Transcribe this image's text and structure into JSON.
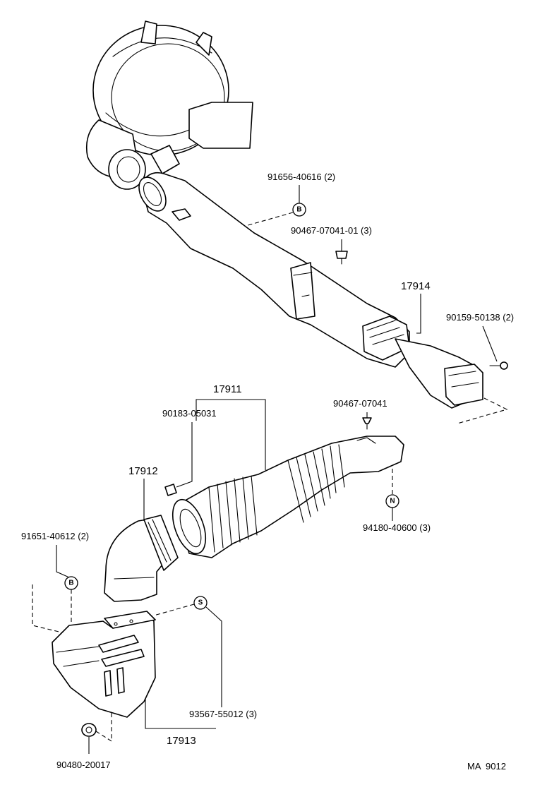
{
  "labels": {
    "clamp_upper": "91656-40616 (2)",
    "screw_upper": "90467-07041-01 (3)",
    "duct_upper": "17914",
    "screw_right": "90159-50138 (2)",
    "hose_assy": "17911",
    "clip_left": "90183-05031",
    "clip_right": "90467-07041",
    "elbow": "17912",
    "clamp_lower": "91651-40612 (2)",
    "nut_right": "94180-40600 (3)",
    "bolt": "93567-55012 (3)",
    "duct_lower": "17913",
    "grommet": "90480-20017",
    "figure_code": "MA  9012"
  },
  "marks": {
    "b_upper": "B",
    "n_right": "N",
    "b_lower": "B",
    "s_lower": "S"
  }
}
